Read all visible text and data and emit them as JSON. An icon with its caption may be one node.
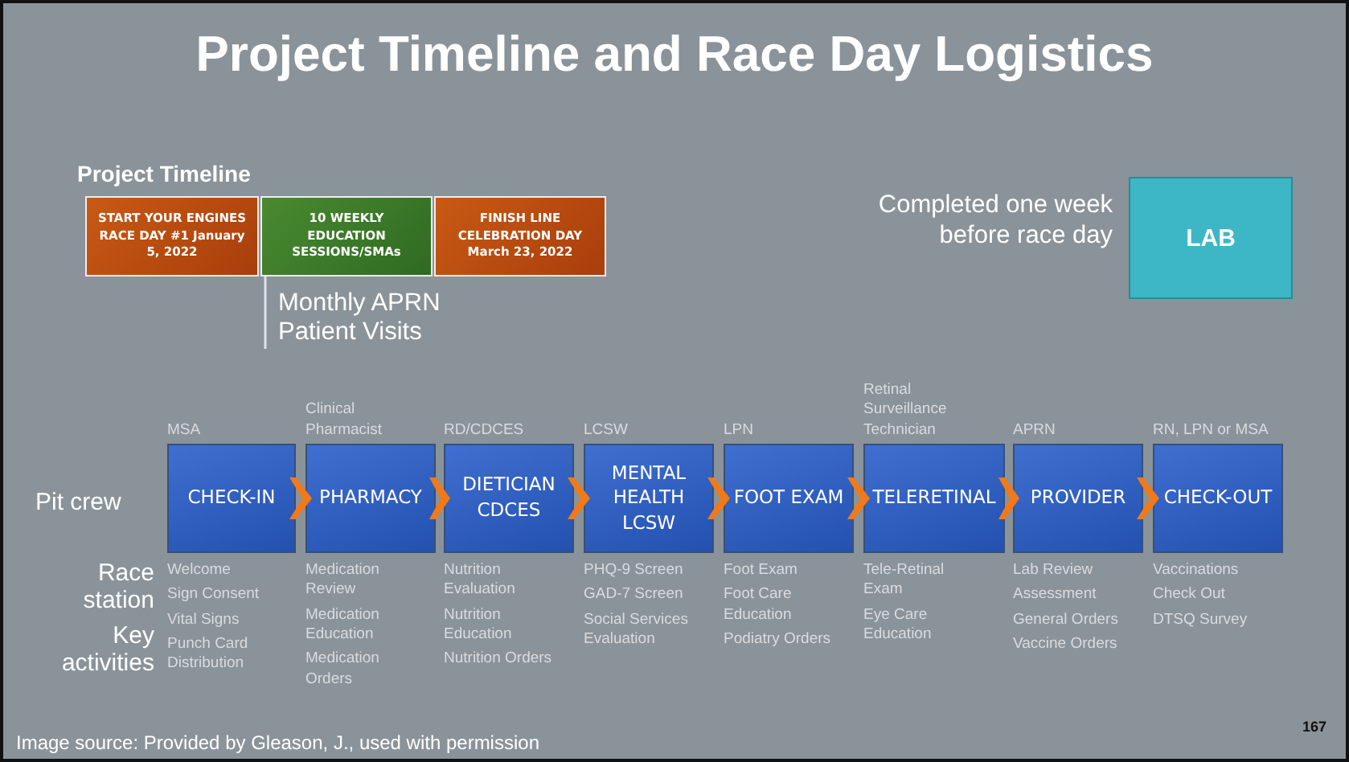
{
  "diagram": {
    "title": "Project Timeline and Race Day Logistics",
    "nodes": [
      {
        "text": [
          "START YOUR ENGINES RACE DAY #1 January 5, 2022"
        ]
      },
      {
        "text": [
          "10 WEEKLY EDUCATION SESSIONS/SMAs"
        ]
      },
      {
        "text": [
          "FINISH LINE CELEBRATION DAY March 23, 2022"
        ]
      },
      {
        "text": [
          "Monthly APRN Patient Visits"
        ]
      },
      {
        "text": [
          "LAB"
        ],
        "beside": [
          "Completed one week before race day"
        ]
      },
      {
        "text": [
          "CHECK-IN"
        ],
        "beside": [
          "MSA",
          "Welcome",
          "Sign Consent",
          "Vital Signs",
          "Punch Card Distribution"
        ]
      },
      {
        "text": [
          "PHARMACY"
        ],
        "beside": [
          "Clinical Pharmacist",
          "Medication Review",
          "Medication Education",
          "Medication Orders"
        ]
      },
      {
        "text": [
          "DIETICIAN CDCES"
        ],
        "beside": [
          "RD/CDCES",
          "Nutrition Evaluation",
          "Nutrition Education",
          "Nutrition Orders"
        ]
      },
      {
        "text": [
          "MENTAL HEALTH LCSW"
        ],
        "beside": [
          "LCSW",
          "PHQ-9 Screen",
          "GAD-7 Screen",
          "Social Services Evaluation"
        ]
      },
      {
        "text": [
          "FOOT EXAM"
        ],
        "beside": [
          "LPN",
          "Foot Exam",
          "Foot Care Education",
          "Podiatry Orders"
        ]
      },
      {
        "text": [
          "TELERETINAL"
        ],
        "beside": [
          "Retinal Surveillance Technician",
          "Tele-Retinal Exam",
          "Eye Care Education"
        ]
      },
      {
        "text": [
          "PROVIDER"
        ],
        "beside": [
          "APRN",
          "Lab Review",
          "Assessment",
          "General Orders",
          "Vaccine Orders"
        ]
      },
      {
        "text": [
          "CHECK-OUT"
        ],
        "beside": [
          "RN, LPN or MSA",
          "Vaccinations",
          "Check Out",
          "DTSQ Survey"
        ]
      }
    ],
    "edges": [
      {
        "from": 3,
        "to": 1,
        "arrow": "none"
      },
      {
        "from": 5,
        "to": 6,
        "arrow": "to"
      },
      {
        "from": 6,
        "to": 7,
        "arrow": "to"
      },
      {
        "from": 7,
        "to": 8,
        "arrow": "to"
      },
      {
        "from": 8,
        "to": 9,
        "arrow": "to"
      },
      {
        "from": 9,
        "to": 10,
        "arrow": "to"
      },
      {
        "from": 10,
        "to": 11,
        "arrow": "to"
      },
      {
        "from": 11,
        "to": 12,
        "arrow": "to"
      }
    ],
    "labels": [
      "Project Timeline",
      "Pit crew",
      "Race station",
      "Key activities",
      "Image source: Provided by Gleason, J., used with permission",
      "167"
    ]
  }
}
